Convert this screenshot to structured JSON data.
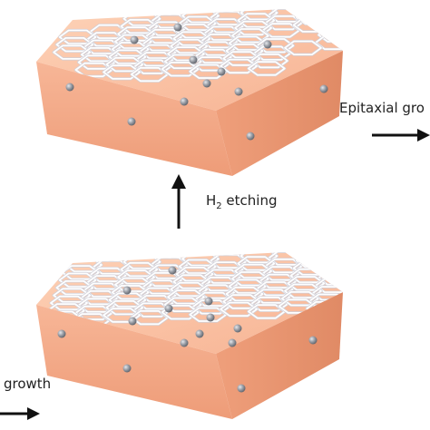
{
  "labels": {
    "etching_species": "H",
    "etching_subscript": "2",
    "etching_word": " etching",
    "epitaxial_growth": "Epitaxial gro",
    "growth": "growth"
  },
  "colors": {
    "block_top": "#fbc2a3",
    "block_front": "#f3a887",
    "block_side": "#e8936d",
    "graphene": "#ffffff",
    "graphene_edge": "#c8c8d2",
    "atom": "#8f9399",
    "arrow": "#111111"
  },
  "icons": {
    "arrow": "arrow-icon",
    "atom": "atom-sphere-icon",
    "lattice": "hexagonal-lattice-icon"
  }
}
